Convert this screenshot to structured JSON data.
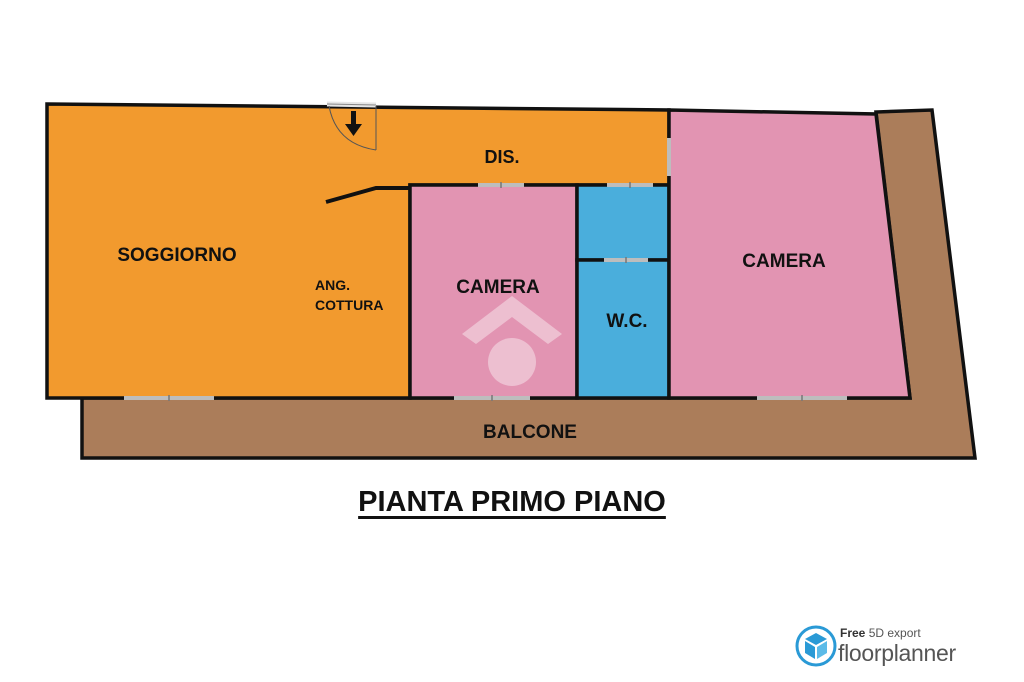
{
  "plan": {
    "title": "PIANTA PRIMO PIANO",
    "colors": {
      "living": "#F29A2E",
      "bedroom": "#E294B2",
      "bathroom": "#4AAEDC",
      "balcony": "#AB7D5A",
      "wall": "#111111",
      "watermark": "#FFFFFF"
    },
    "rooms": {
      "living_label": "SOGGIORNO",
      "kitchen_label_line1": "ANG.",
      "kitchen_label_line2": "COTTURA",
      "hall_label": "DIS.",
      "bedroom_small_label": "CAMERA",
      "bathroom_label": "W.C.",
      "bedroom_large_label": "CAMERA",
      "balcony_label": "BALCONE"
    },
    "icons": {
      "entrance": "arrow-down-icon",
      "watermark": "house-watermark-icon"
    }
  },
  "brand": {
    "line1_prefix": "Free",
    "line1_rest": " 5D export",
    "name": "floorplanner",
    "icon": "floorplanner-cube-icon"
  }
}
